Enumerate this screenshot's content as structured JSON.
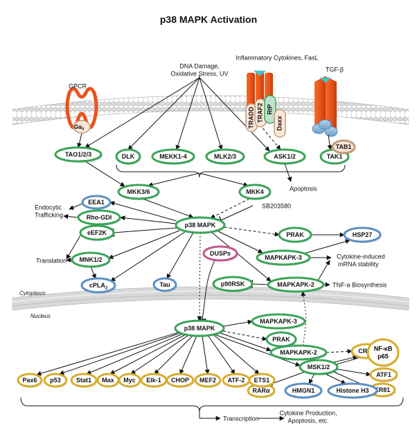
{
  "title": "p38 MAPK Activation",
  "colors": {
    "green": "#3aa457",
    "blue": "#5b8fc2",
    "yellow": "#d8ac2c",
    "pink": "#c2588a",
    "receptor": "#e8531e",
    "membrane_fill": "#dcdcdc",
    "membrane_stroke": "#9a9a9a"
  },
  "labels": {
    "gpcr": "GPCR",
    "galpha": "Gα",
    "galpha_sub": "q",
    "dna_damage": "DNA Damage,",
    "oxidative": "Oxidative Stress, UV",
    "inflammatory": "Inflammatory Cytokines, FasL",
    "tgfb": "TGF-β",
    "apoptosis": "Apoptosis",
    "sb203580": "SB203580",
    "endocytic": "Endocytic",
    "trafficking": "Trafficking",
    "translation": "Translation",
    "cytokine_mrna_1": "Cytokine-induced",
    "cytokine_mrna_2": "mRNA stability",
    "tnf": "TNF-a Biosynthesis",
    "cytoplasm": "Cytoplasm",
    "nucleus": "Nucleus",
    "transcription": "Transcription",
    "outcome_1": "Cytokine Production,",
    "outcome_2": "Apoptosis, etc."
  },
  "nodes": {
    "tao": "TAO1/2/3",
    "dlk": "DLK",
    "mekk14": "MEKK1-4",
    "mlk23": "MLK2/3",
    "ask12": "ASK1/2",
    "tak1": "TAK1",
    "tab1": "TAB1",
    "mkk36": "MKK3/6",
    "mkk4": "MKK4",
    "eea1": "EEA1",
    "rhogdi": "Rho-GDI",
    "eef2k": "eEF2K",
    "mnk12": "MNK1/2",
    "cpla2": "cPLA",
    "cpla2_sub": "2",
    "tau": "Tau",
    "p38": "p38 MAPK",
    "dusps": "DUSPs",
    "prak": "PRAK",
    "hsp27": "HSP27",
    "mapkapk3": "MAPKAPK-3",
    "p90rsk": "p90RSK",
    "mapkapk2": "MAPKAPK-2",
    "p38n": "p38 MAPK",
    "mapkapk3n": "MAPKAPK-3",
    "prakn": "PRAK",
    "mapkapk2n": "MAPKAPK-2",
    "creb": "CREB",
    "nfkb_1": "NF-κB",
    "nfkb_2": "p65",
    "msk12": "MSK1/2",
    "atf1": "ATF1",
    "er81": "ER81",
    "rara": "RARα",
    "hmgn1": "HMGN1",
    "histone": "Histone H3",
    "pax6": "Pax6",
    "p53": "p53",
    "stat1": "Stat1",
    "max": "Max",
    "myc": "Myc",
    "elk1": "Elk-1",
    "chop": "CHOP",
    "mef2": "MEF2",
    "atf2": "ATF-2",
    "ets1": "ETS1"
  },
  "adaptors": {
    "tradd": "TRADD",
    "traf2": "TRAF2",
    "rip": "RIP",
    "daxx": "Daxx"
  }
}
